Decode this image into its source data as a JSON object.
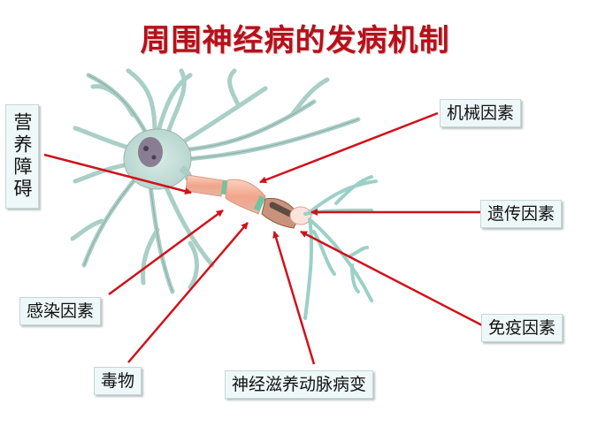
{
  "title": "周围神经病的发病机制",
  "colors": {
    "title": "#b5111b",
    "arrow": "#d0121b",
    "neuron": "#9fc9bf",
    "neuron_outline": "#7e8f8c",
    "myelin": "#f0a58a",
    "node_of_ranvier": "#6fc3a0",
    "nucleus": "#7d6b86",
    "label_bg": "#eef8f8"
  },
  "labels": {
    "nutrition": "营养障碍",
    "mechanical": "机械因素",
    "genetic": "遗传因素",
    "infection": "感染因素",
    "immune": "免疫因素",
    "toxin": "毒物",
    "vascular": "神经滋养动脉病变"
  },
  "diagram": {
    "subject": "neuron with myelinated axon",
    "arrow_count": 7
  }
}
